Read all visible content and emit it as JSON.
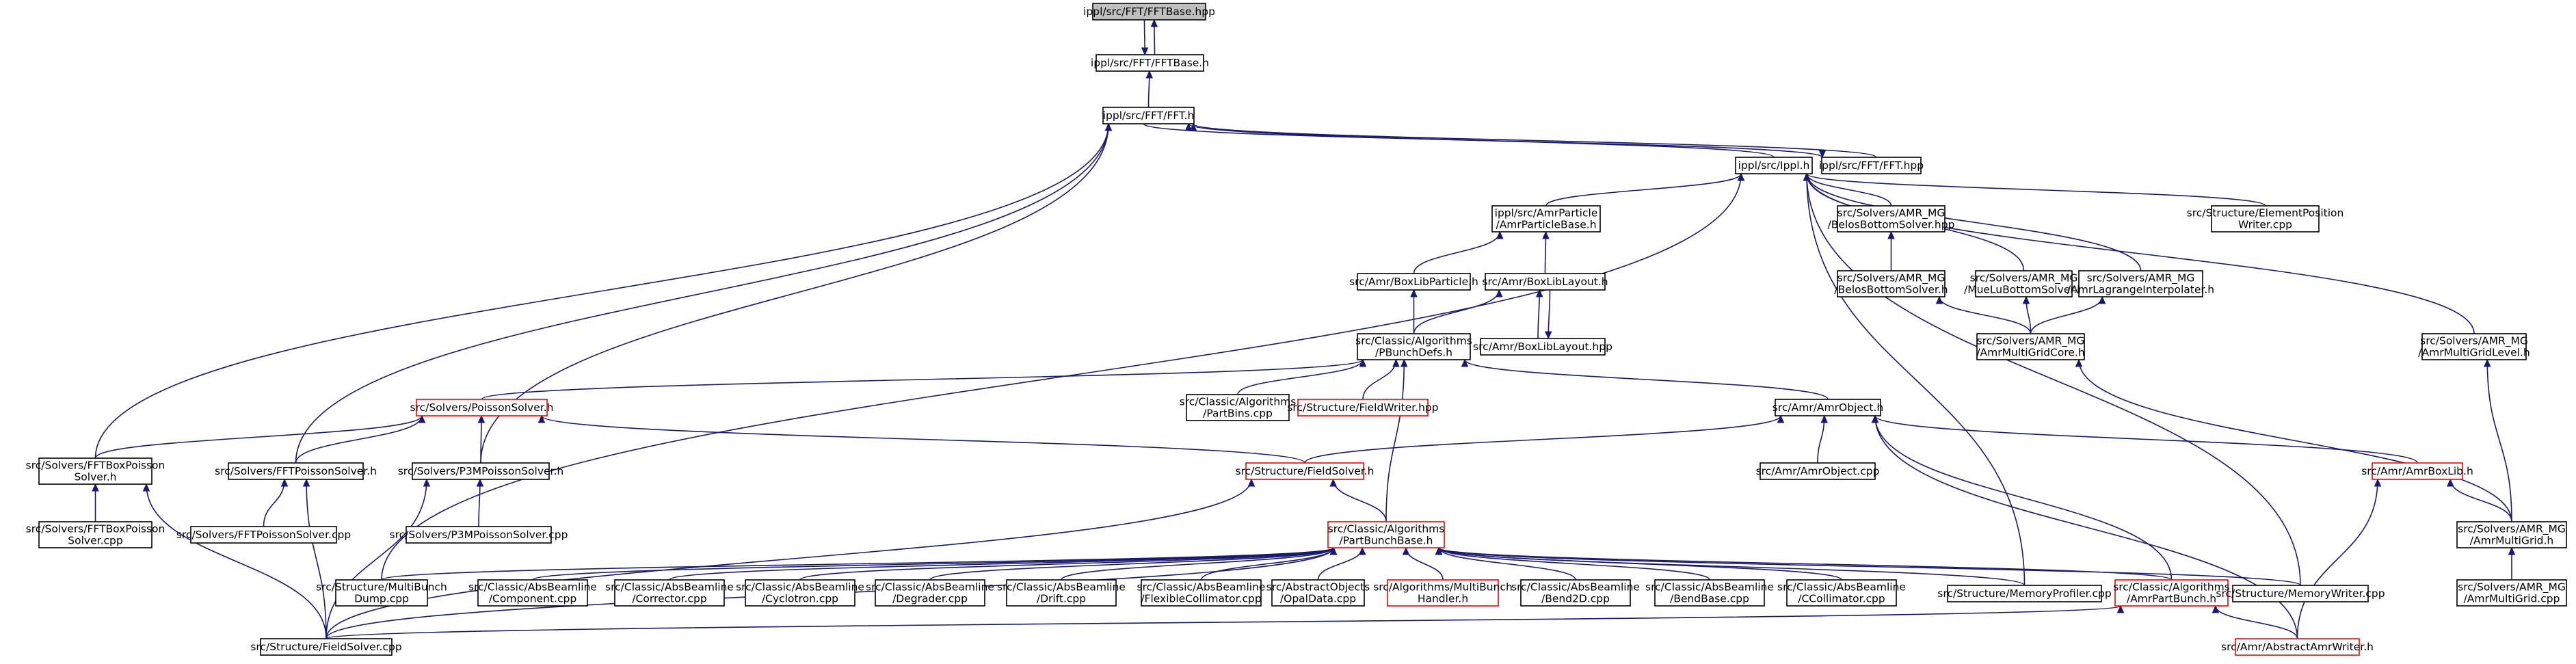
{
  "diagram": {
    "edge_color": "#191970",
    "highlight_border_color": "#ff0000",
    "root_fill_color": "#bfbfbf",
    "nodes": [
      {
        "id": "n0",
        "lines": [
          "ippl/src/FFT/FFTBase.hpp"
        ],
        "root": true
      },
      {
        "id": "n1",
        "lines": [
          "ippl/src/FFT/FFTBase.h"
        ]
      },
      {
        "id": "n2",
        "lines": [
          "ippl/src/FFT/FFT.h"
        ]
      },
      {
        "id": "n3",
        "lines": [
          "ippl/src/FFT/FFT.hpp"
        ]
      },
      {
        "id": "n4",
        "lines": [
          "ippl/src/Ippl.h"
        ]
      },
      {
        "id": "n5",
        "lines": [
          "ippl/src/AmrParticle",
          "/AmrParticleBase.h"
        ]
      },
      {
        "id": "n6",
        "lines": [
          "src/Solvers/AMR_MG",
          "/BelosBottomSolver.hpp"
        ]
      },
      {
        "id": "n7",
        "lines": [
          "src/Structure/ElementPosition",
          "Writer.cpp"
        ]
      },
      {
        "id": "n8",
        "lines": [
          "src/Amr/BoxLibParticle.h"
        ]
      },
      {
        "id": "n9",
        "lines": [
          "src/Amr/BoxLibLayout.h"
        ]
      },
      {
        "id": "n10",
        "lines": [
          "src/Solvers/AMR_MG",
          "/BelosBottomSolver.h"
        ]
      },
      {
        "id": "n11",
        "lines": [
          "src/Solvers/AMR_MG",
          "/MueLuBottomSolver.h"
        ]
      },
      {
        "id": "n12",
        "lines": [
          "src/Solvers/AMR_MG",
          "/AmrLagrangeInterpolater.h"
        ]
      },
      {
        "id": "n13",
        "lines": [
          "src/Classic/Algorithms",
          "/PBunchDefs.h"
        ]
      },
      {
        "id": "n14",
        "lines": [
          "src/Amr/BoxLibLayout.hpp"
        ]
      },
      {
        "id": "n15",
        "lines": [
          "src/Solvers/AMR_MG",
          "/AmrMultiGridCore.h"
        ]
      },
      {
        "id": "n16",
        "lines": [
          "src/Solvers/AMR_MG",
          "/AmrMultiGridLevel.h"
        ]
      },
      {
        "id": "n17",
        "lines": [
          "src/Solvers/PoissonSolver.h"
        ],
        "red": true
      },
      {
        "id": "n18",
        "lines": [
          "src/Classic/Algorithms",
          "/PartBins.cpp"
        ]
      },
      {
        "id": "n19",
        "lines": [
          "src/Structure/FieldWriter.hpp"
        ],
        "red": true
      },
      {
        "id": "n20",
        "lines": [
          "src/Amr/AmrObject.h"
        ]
      },
      {
        "id": "n21",
        "lines": [
          "src/Solvers/FFTBoxPoisson",
          "Solver.h"
        ]
      },
      {
        "id": "n22",
        "lines": [
          "src/Solvers/FFTPoissonSolver.h"
        ]
      },
      {
        "id": "n23",
        "lines": [
          "src/Solvers/P3MPoissonSolver.h"
        ]
      },
      {
        "id": "n24",
        "lines": [
          "src/Structure/FieldSolver.h"
        ],
        "red": true
      },
      {
        "id": "n25",
        "lines": [
          "src/Amr/AmrObject.cpp"
        ]
      },
      {
        "id": "n26",
        "lines": [
          "src/Amr/AmrBoxLib.h"
        ],
        "red": true
      },
      {
        "id": "n27",
        "lines": [
          "src/Solvers/FFTBoxPoisson",
          "Solver.cpp"
        ]
      },
      {
        "id": "n28",
        "lines": [
          "src/Solvers/FFTPoissonSolver.cpp"
        ]
      },
      {
        "id": "n29",
        "lines": [
          "src/Solvers/P3MPoissonSolver.cpp"
        ]
      },
      {
        "id": "n30",
        "lines": [
          "src/Classic/Algorithms",
          "/PartBunchBase.h"
        ],
        "red": true
      },
      {
        "id": "n31",
        "lines": [
          "src/Solvers/AMR_MG",
          "/AmrMultiGrid.h"
        ]
      },
      {
        "id": "n32",
        "lines": [
          "src/Structure/MultiBunch",
          "Dump.cpp"
        ]
      },
      {
        "id": "n33",
        "lines": [
          "src/Classic/AbsBeamline",
          "/Component.cpp"
        ]
      },
      {
        "id": "n34",
        "lines": [
          "src/Classic/AbsBeamline",
          "/Corrector.cpp"
        ]
      },
      {
        "id": "n35",
        "lines": [
          "src/Classic/AbsBeamline",
          "/Cyclotron.cpp"
        ]
      },
      {
        "id": "n36",
        "lines": [
          "src/Classic/AbsBeamline",
          "/Degrader.cpp"
        ]
      },
      {
        "id": "n37",
        "lines": [
          "src/Classic/AbsBeamline",
          "/Drift.cpp"
        ]
      },
      {
        "id": "n38",
        "lines": [
          "src/Classic/AbsBeamline",
          "/FlexibleCollimator.cpp"
        ]
      },
      {
        "id": "n39",
        "lines": [
          "src/AbstractObjects",
          "/OpalData.cpp"
        ]
      },
      {
        "id": "n40",
        "lines": [
          "src/Algorithms/MultiBunch",
          "Handler.h"
        ],
        "red": true
      },
      {
        "id": "n41",
        "lines": [
          "src/Classic/AbsBeamline",
          "/Bend2D.cpp"
        ]
      },
      {
        "id": "n42",
        "lines": [
          "src/Classic/AbsBeamline",
          "/BendBase.cpp"
        ]
      },
      {
        "id": "n43",
        "lines": [
          "src/Classic/AbsBeamline",
          "/CCollimator.cpp"
        ]
      },
      {
        "id": "n44",
        "lines": [
          "src/Structure/MemoryProfiler.cpp"
        ]
      },
      {
        "id": "n45",
        "lines": [
          "src/Classic/Algorithms",
          "/AmrPartBunch.h"
        ],
        "red": true
      },
      {
        "id": "n46",
        "lines": [
          "src/Structure/MemoryWriter.cpp"
        ]
      },
      {
        "id": "n47",
        "lines": [
          "src/Solvers/AMR_MG",
          "/AmrMultiGrid.cpp"
        ]
      },
      {
        "id": "n48",
        "lines": [
          "src/Structure/FieldSolver.cpp"
        ]
      },
      {
        "id": "n49",
        "lines": [
          "src/Amr/AbstractAmrWriter.h"
        ],
        "red": true
      }
    ],
    "edges": [
      [
        "n1",
        "n0"
      ],
      [
        "n0",
        "n1"
      ],
      [
        "n2",
        "n1"
      ],
      [
        "n3",
        "n2"
      ],
      [
        "n4",
        "n2"
      ],
      [
        "n21",
        "n2"
      ],
      [
        "n22",
        "n2"
      ],
      [
        "n23",
        "n2"
      ],
      [
        "n2",
        "n3"
      ],
      [
        "n5",
        "n4"
      ],
      [
        "n6",
        "n4"
      ],
      [
        "n7",
        "n4"
      ],
      [
        "n11",
        "n4"
      ],
      [
        "n12",
        "n4"
      ],
      [
        "n16",
        "n4"
      ],
      [
        "n32",
        "n4"
      ],
      [
        "n44",
        "n4"
      ],
      [
        "n46",
        "n4"
      ],
      [
        "n8",
        "n5"
      ],
      [
        "n9",
        "n5"
      ],
      [
        "n10",
        "n6"
      ],
      [
        "n13",
        "n8"
      ],
      [
        "n13",
        "n9"
      ],
      [
        "n14",
        "n9"
      ],
      [
        "n9",
        "n14"
      ],
      [
        "n15",
        "n10"
      ],
      [
        "n15",
        "n11"
      ],
      [
        "n15",
        "n12"
      ],
      [
        "n31",
        "n15"
      ],
      [
        "n31",
        "n16"
      ],
      [
        "n17",
        "n13"
      ],
      [
        "n18",
        "n13"
      ],
      [
        "n19",
        "n13"
      ],
      [
        "n20",
        "n13"
      ],
      [
        "n30",
        "n13"
      ],
      [
        "n21",
        "n17"
      ],
      [
        "n22",
        "n17"
      ],
      [
        "n23",
        "n17"
      ],
      [
        "n24",
        "n17"
      ],
      [
        "n24",
        "n20"
      ],
      [
        "n25",
        "n20"
      ],
      [
        "n26",
        "n20"
      ],
      [
        "n45",
        "n20"
      ],
      [
        "n49",
        "n20"
      ],
      [
        "n27",
        "n21"
      ],
      [
        "n48",
        "n21"
      ],
      [
        "n28",
        "n22"
      ],
      [
        "n48",
        "n22"
      ],
      [
        "n29",
        "n23"
      ],
      [
        "n48",
        "n23"
      ],
      [
        "n30",
        "n24"
      ],
      [
        "n48",
        "n24"
      ],
      [
        "n31",
        "n26"
      ],
      [
        "n49",
        "n26"
      ],
      [
        "n47",
        "n31"
      ],
      [
        "n32",
        "n30"
      ],
      [
        "n33",
        "n30"
      ],
      [
        "n34",
        "n30"
      ],
      [
        "n35",
        "n30"
      ],
      [
        "n36",
        "n30"
      ],
      [
        "n37",
        "n30"
      ],
      [
        "n38",
        "n30"
      ],
      [
        "n39",
        "n30"
      ],
      [
        "n40",
        "n30"
      ],
      [
        "n41",
        "n30"
      ],
      [
        "n42",
        "n30"
      ],
      [
        "n43",
        "n30"
      ],
      [
        "n44",
        "n30"
      ],
      [
        "n45",
        "n30"
      ],
      [
        "n46",
        "n30"
      ],
      [
        "n48",
        "n30"
      ],
      [
        "n48",
        "n45"
      ],
      [
        "n49",
        "n45"
      ]
    ]
  }
}
